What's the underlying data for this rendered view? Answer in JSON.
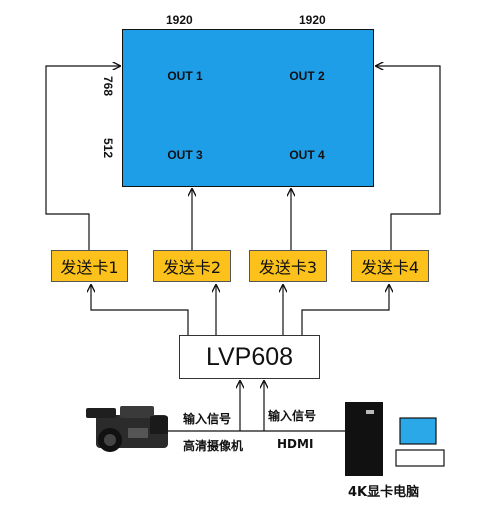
{
  "screen": {
    "outputs": [
      "OUT 1",
      "OUT 2",
      "OUT 3",
      "OUT 4"
    ],
    "width_labels": [
      "1920",
      "1920"
    ],
    "height_labels": [
      "768",
      "512"
    ],
    "fill_color": "#1f9ee8"
  },
  "senders": {
    "labels": [
      "发送卡1",
      "发送卡2",
      "发送卡3",
      "发送卡4"
    ],
    "fill_color": "#fcc21b"
  },
  "processor": {
    "label": "LVP608"
  },
  "inputs": {
    "camera": {
      "signal": "输入信号",
      "name": "高清摄像机",
      "icon": "video-camera-icon"
    },
    "hdmi": {
      "signal": "输入信号",
      "name": "HDMI"
    }
  },
  "computer": {
    "name": "4K显卡电脑",
    "icon": "desktop-pc-icon"
  }
}
